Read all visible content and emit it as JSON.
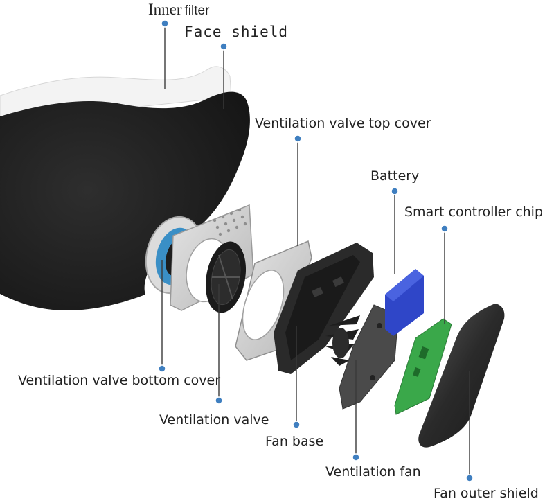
{
  "labels": {
    "inner_filter": {
      "word1": "Inner",
      "word2": "filter"
    },
    "face_shield": "Face shield",
    "valve_top_cover": "Ventilation valve top cover",
    "battery": "Battery",
    "smart_chip": "Smart controller chip",
    "valve_bottom_cover": "Ventilation valve bottom cover",
    "ventilation_valve": "Ventilation valve",
    "fan_base": "Fan base",
    "ventilation_fan": "Ventilation fan",
    "fan_outer_shield": "Fan outer shield"
  },
  "colors": {
    "mask": "#1f1f1f",
    "filter": "#f3f3f3",
    "leader_line": "#3a3a3a",
    "pin_dot": "#3f7fc0",
    "battery": "#2f46c8",
    "chip": "#3aa84a",
    "valve_ring": "#3a8fc6"
  }
}
